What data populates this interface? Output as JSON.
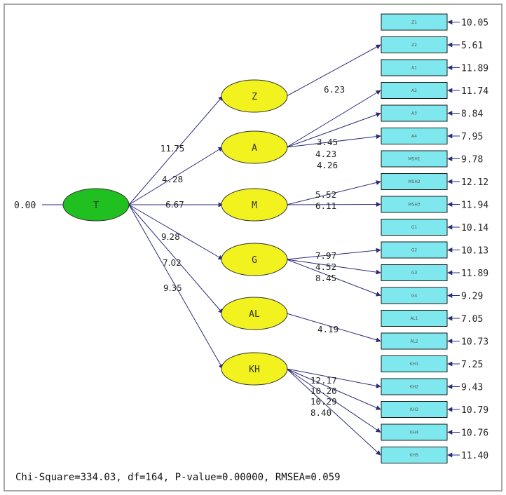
{
  "latent": {
    "T": {
      "label": "T",
      "variance": "0.00"
    },
    "factors": [
      {
        "id": "Z",
        "label": "Z",
        "loading": "11.75"
      },
      {
        "id": "A",
        "label": "A",
        "loading": "4.28"
      },
      {
        "id": "M",
        "label": "M",
        "loading": "6.67"
      },
      {
        "id": "G",
        "label": "G",
        "loading": "9.28"
      },
      {
        "id": "AL",
        "label": "AL",
        "loading": "7.02"
      },
      {
        "id": "KH",
        "label": "KH",
        "loading": "9.35"
      }
    ]
  },
  "indicators": [
    {
      "label": "Z1",
      "error": "10.05"
    },
    {
      "label": "Z2",
      "error": "5.61"
    },
    {
      "label": "A1",
      "error": "11.89"
    },
    {
      "label": "A2",
      "error": "11.74"
    },
    {
      "label": "A3",
      "error": "8.84"
    },
    {
      "label": "A4",
      "error": "7.95"
    },
    {
      "label": "MSH1",
      "error": "9.78"
    },
    {
      "label": "MSH2",
      "error": "12.12"
    },
    {
      "label": "MSH3",
      "error": "11.94"
    },
    {
      "label": "G1",
      "error": "10.14"
    },
    {
      "label": "G2",
      "error": "10.13"
    },
    {
      "label": "G3",
      "error": "11.89"
    },
    {
      "label": "G4",
      "error": "9.29"
    },
    {
      "label": "AL1",
      "error": "7.05"
    },
    {
      "label": "AL2",
      "error": "10.73"
    },
    {
      "label": "KH1",
      "error": "7.25"
    },
    {
      "label": "KH2",
      "error": "9.43"
    },
    {
      "label": "KH3",
      "error": "10.79"
    },
    {
      "label": "KH4",
      "error": "10.76"
    },
    {
      "label": "KH5",
      "error": "11.40"
    }
  ],
  "indicator_loadings": [
    {
      "from": "Z",
      "to": "Z2",
      "value": "6.23"
    },
    {
      "from": "A",
      "to": "A2",
      "value": "3.45"
    },
    {
      "from": "A",
      "to": "A3",
      "value": "4.23"
    },
    {
      "from": "A",
      "to": "A4",
      "value": "4.26"
    },
    {
      "from": "M",
      "to": "MSH2",
      "value": "5.52"
    },
    {
      "from": "M",
      "to": "MSH3",
      "value": "6.11"
    },
    {
      "from": "G",
      "to": "G2",
      "value": "7.97"
    },
    {
      "from": "G",
      "to": "G3",
      "value": "4.52"
    },
    {
      "from": "G",
      "to": "G4",
      "value": "8.45"
    },
    {
      "from": "AL",
      "to": "AL2",
      "value": "4.19"
    },
    {
      "from": "KH",
      "to": "KH2",
      "value": "12.17"
    },
    {
      "from": "KH",
      "to": "KH3",
      "value": "10.20"
    },
    {
      "from": "KH",
      "to": "KH4",
      "value": "10.29"
    },
    {
      "from": "KH",
      "to": "KH5",
      "value": "8.40"
    }
  ],
  "fit_statistics": "Chi-Square=334.03, df=164, P-value=0.00000, RMSEA=0.059",
  "colors": {
    "indicator_fill": "#7fe8ef",
    "factor_fill": "#f2f21e",
    "second_order_fill": "#20c020",
    "path_color": "#2b2b7a"
  }
}
